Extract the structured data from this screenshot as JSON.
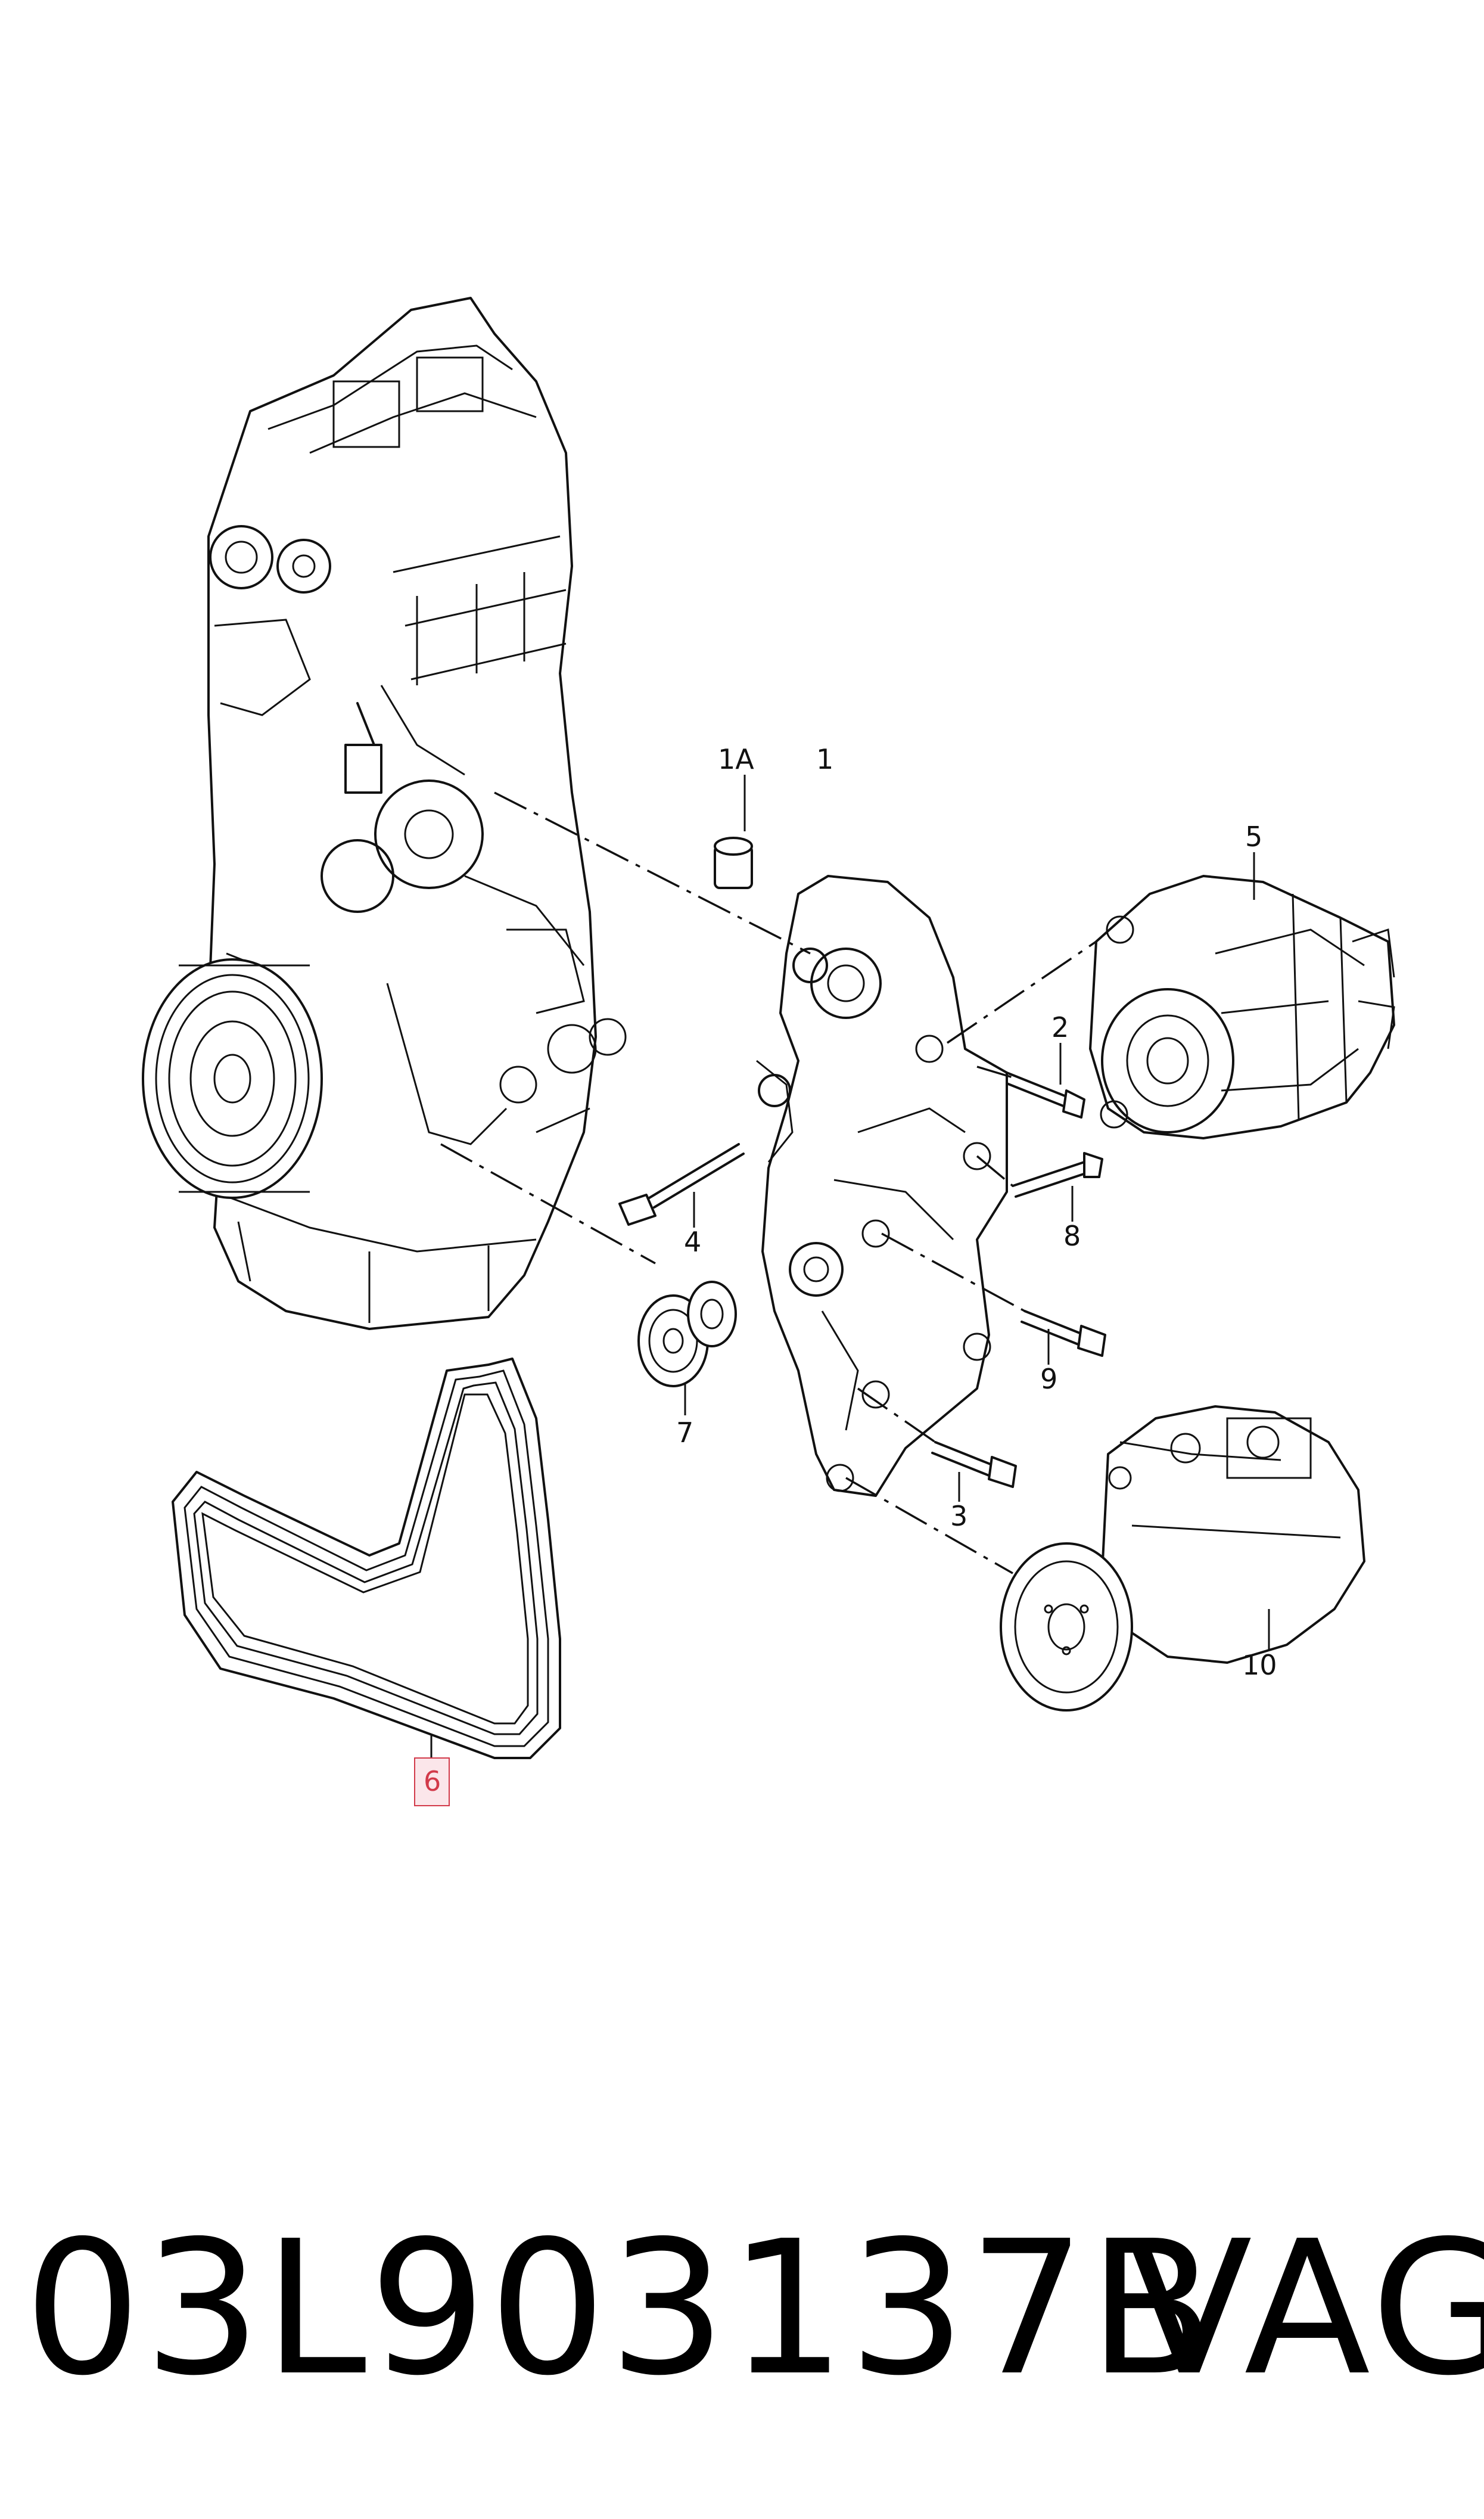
{
  "callouts": {
    "c1A": "1A",
    "c1": "1",
    "c2": "2",
    "c3": "3",
    "c4": "4",
    "c5": "5",
    "c6": "6",
    "c7": "7",
    "c8": "8",
    "c9": "9",
    "c10": "10"
  },
  "highlight_color": "#d23a4a",
  "footer": {
    "part_number": "03L903137B",
    "brand": "VAG"
  }
}
